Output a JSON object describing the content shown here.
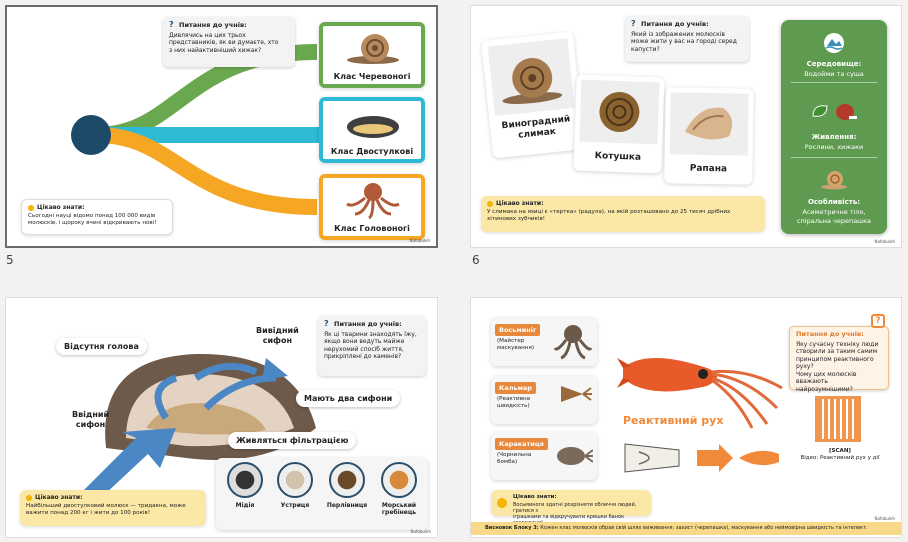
{
  "slide5": {
    "number": "5",
    "question_title": "Питання до учнів:",
    "question_line1": "Дивлячись на цих трьох",
    "question_line2": "представників, як ви думаєте, хто",
    "question_line3": "з них найактивніший хижак?",
    "cards": [
      {
        "label": "Клас Черевоногі",
        "color": "#6aa84f"
      },
      {
        "label": "Клас Двостулкові",
        "color": "#2eb9d4"
      },
      {
        "label": "Клас Головоногі",
        "color": "#f5a623"
      }
    ],
    "fact_title": "Цікаво знати:",
    "fact_line1": "Сьогодні науці відомо понад 100 000 видів",
    "fact_line2": "молюсків, і щороку вчені відкривають нові!",
    "logo": "Nafobuleh"
  },
  "slide6": {
    "number": "6",
    "question_title": "Питання до учнів:",
    "question_line1": "Який із зображених молюсків",
    "question_line2": "може жити у вас на городі серед",
    "question_line3": "капусти?",
    "cards": [
      {
        "label_line1": "Виноградний",
        "label_line2": "слимак"
      },
      {
        "label_line1": "Котушка",
        "label_line2": ""
      },
      {
        "label_line1": "Рапана",
        "label_line2": ""
      }
    ],
    "fact_title": "Цікаво знати:",
    "fact_line1": "У слимака на язиці є «тертка» (радула), на якій розташовано до 25 тисяч дрібних",
    "fact_line2": "хітинових зубчиків!",
    "panel": {
      "env_title": "Середовище:",
      "env_value": "Водойми та суша",
      "food_title": "Живлення:",
      "food_value": "Рослини, хижаки",
      "feat_title": "Особливість:",
      "feat_value1": "Асиметричне тіло,",
      "feat_value2": "спіральна черепашка"
    },
    "logo": "Nafobuleh"
  },
  "slide7": {
    "label_head": "Відсутня голова",
    "label_out1": "Вивідний",
    "label_out2": "сифон",
    "label_in1": "Ввідний",
    "label_in2": "сифон",
    "label_two": "Мають два сифони",
    "label_filter": "Живляться фільтрацією",
    "question_title": "Питання до учнів:",
    "question_line1": "Як ці тварини знаходять їжу,",
    "question_line2": "якщо вони ведуть майже",
    "question_line3": "нерухомий спосіб життя,",
    "question_line4": "прикріплені до каменів?",
    "fact_title": "Цікаво знати:",
    "fact_line1": "Найбільший двостулковий молюск — тридакна, може",
    "fact_line2": "важити понад 200 кг і жити до 100 років!",
    "species": [
      "Мідія",
      "Устриця",
      "Перлівниця",
      "Морський гребінець"
    ],
    "logo": "Nafobuleh"
  },
  "slide8": {
    "items": [
      {
        "tag": "Восьминіг",
        "desc1": "(Майстер",
        "desc2": "маскування)"
      },
      {
        "tag": "Кальмар",
        "desc1": "(Реактивна",
        "desc2": "швидкість)"
      },
      {
        "tag": "Каракатиця",
        "desc1": "(Чорнильна",
        "desc2": "бомба)"
      }
    ],
    "jet_label": "Реактивний рух",
    "question_title": "Питання до учнів:",
    "question_line1": "Яку сучасну техніку люди",
    "question_line2": "створили за таким самим",
    "question_line3": "принципом реактивного руху?",
    "question_line4": "Чому цих молюсків вважають",
    "question_line5": "найрозумнішими?",
    "qr_caption1": "[SCAN]",
    "qr_caption2": "Відео: Реактивний рух у дії",
    "fact_title": "Цікаво знати:",
    "fact_line1": "Восьминоги здатні розрізняти обличчя людей, гратися з",
    "fact_line2": "іграшками та відкручувати кришки банок зсередини!",
    "conclusion_bold": "Висновок Блоку 3:",
    "conclusion_text": "Кожен клас молюсків обрав свій шлях виживання: захист (черепашка), маскування або неймовірна швидкість та інтелект.",
    "logo": "Nafobuleh"
  },
  "colors": {
    "green": "#6aa84f",
    "teal": "#2eb9d4",
    "orange": "#f5a623",
    "navy": "#1d4a68",
    "panel_green": "#5e9a4f"
  }
}
